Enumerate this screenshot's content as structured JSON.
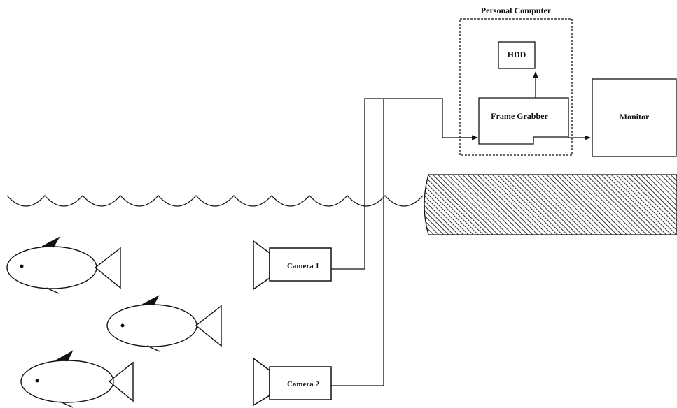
{
  "labels": {
    "personal_computer": "Personal Computer",
    "hdd": "HDD",
    "frame_grabber": "Frame Grabber",
    "monitor": "Monitor",
    "camera_1": "Camera 1",
    "camera_2": "Camera 2"
  },
  "colors": {
    "ink": "#111111",
    "background": "#ffffff"
  },
  "icons": [
    "fish-icon",
    "camera-icon",
    "arrow-icon",
    "hatched-bank",
    "water-waves"
  ]
}
